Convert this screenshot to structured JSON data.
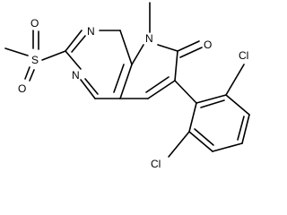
{
  "molecule": {
    "atoms": {
      "o_upper": "O",
      "s": "S",
      "o_lower": "O",
      "n1": "N",
      "n3": "N",
      "n8": "N",
      "o_carbonyl": "O",
      "cl_top": "Cl",
      "cl_bottom": "Cl"
    }
  },
  "colors": {
    "bond": "#000000",
    "label": "#000000",
    "background": "#ffffff"
  }
}
